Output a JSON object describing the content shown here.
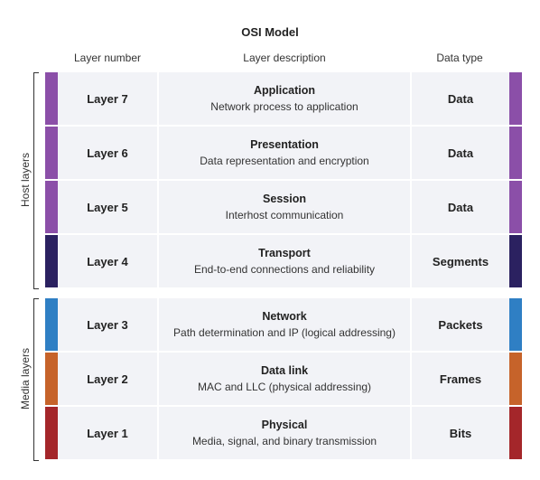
{
  "title": "OSI Model",
  "columns": {
    "number": "Layer number",
    "description": "Layer description",
    "type": "Data type"
  },
  "groups": {
    "host": "Host layers",
    "media": "Media layers"
  },
  "layers": [
    {
      "number": "Layer 7",
      "name": "Application",
      "description": "Network process to application",
      "type": "Data",
      "color": "#8b4fa8"
    },
    {
      "number": "Layer 6",
      "name": "Presentation",
      "description": "Data representation and encryption",
      "type": "Data",
      "color": "#8b4fa8"
    },
    {
      "number": "Layer 5",
      "name": "Session",
      "description": "Interhost communication",
      "type": "Data",
      "color": "#8b4fa8"
    },
    {
      "number": "Layer 4",
      "name": "Transport",
      "description": "End-to-end connections and reliability",
      "type": "Segments",
      "color": "#2b2160"
    },
    {
      "number": "Layer 3",
      "name": "Network",
      "description": "Path determination and IP (logical addressing)",
      "type": "Packets",
      "color": "#2f7fc4"
    },
    {
      "number": "Layer 2",
      "name": "Data link",
      "description": "MAC and LLC (physical addressing)",
      "type": "Frames",
      "color": "#c6632a"
    },
    {
      "number": "Layer 1",
      "name": "Physical",
      "description": "Media, signal, and binary transmission",
      "type": "Bits",
      "color": "#a4262a"
    }
  ]
}
